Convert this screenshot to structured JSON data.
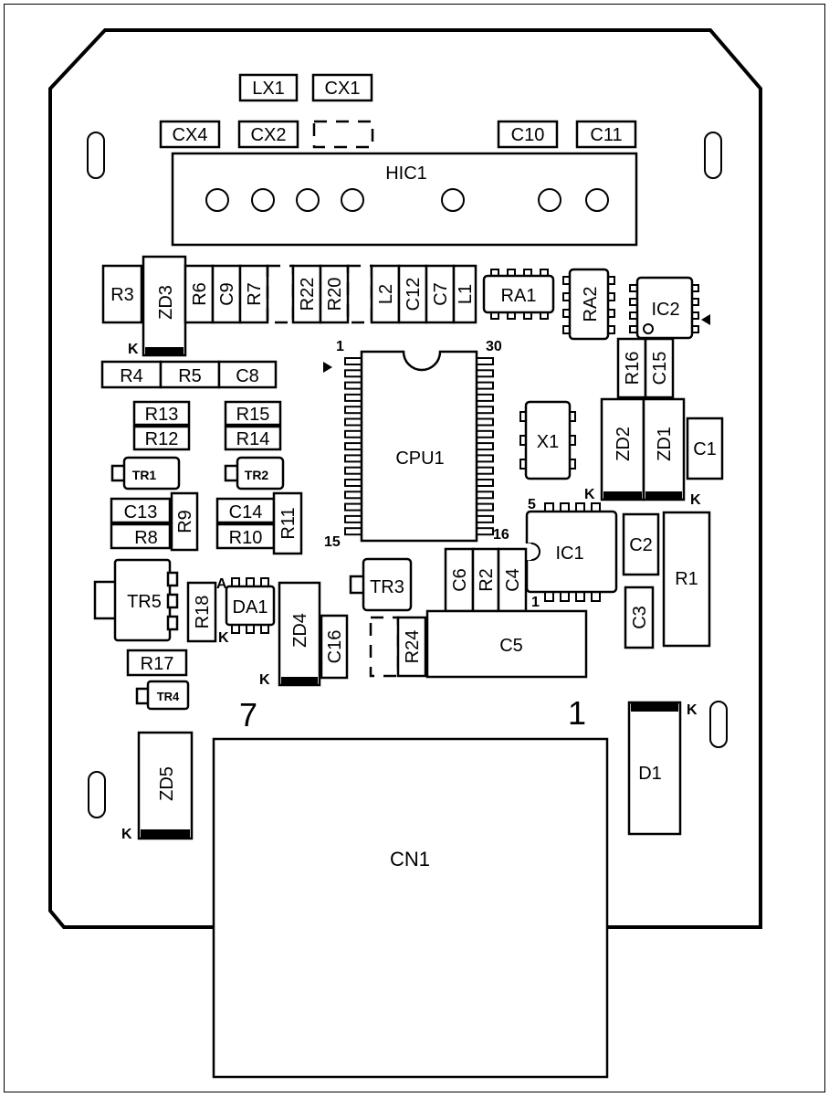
{
  "board": {
    "top_labels": [
      "LX1",
      "CX1",
      "CX4",
      "CX2",
      "C10",
      "C11"
    ],
    "hic": "HIC1",
    "row_components": [
      "R3",
      "ZD3",
      "R6",
      "C9",
      "R7",
      "R22",
      "R20",
      "L2",
      "C12",
      "C7",
      "L1",
      "RA1",
      "RA2",
      "IC2"
    ],
    "cpu": "CPU1",
    "cpu_pins": {
      "p1": "1",
      "p30": "30",
      "p15": "15",
      "p16": "16"
    },
    "strip": [
      "R4",
      "R5",
      "C8"
    ],
    "left_group": [
      "R13",
      "R12",
      "R15",
      "R14",
      "TR1",
      "TR2",
      "C13",
      "R8",
      "R9",
      "C14",
      "R10",
      "R11"
    ],
    "right_group": [
      "R16",
      "C15",
      "ZD2",
      "ZD1",
      "C1",
      "X1",
      "IC1",
      "C2",
      "R1",
      "C3",
      "C6",
      "R2",
      "C4",
      "C5",
      "TR3",
      "R24"
    ],
    "bottom_group": [
      "TR5",
      "R18",
      "DA1",
      "ZD4",
      "C16",
      "R17",
      "TR4",
      "ZD5",
      "D1"
    ],
    "ic1_pins": {
      "p5": "5",
      "p1": "1"
    },
    "cathode": "K",
    "connector": "CN1",
    "connector_pins": {
      "left": "7",
      "right": "1"
    }
  }
}
